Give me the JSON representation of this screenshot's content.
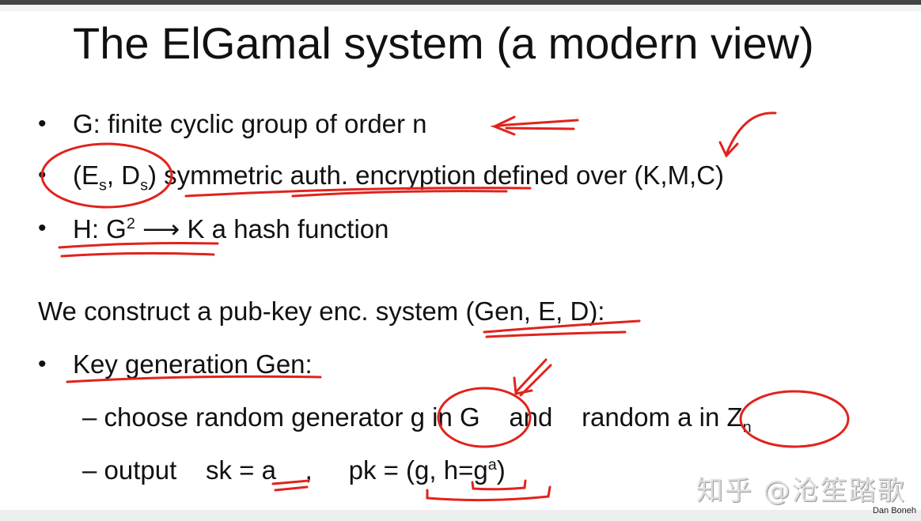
{
  "slide": {
    "title": "The ElGamal system  (a modern view)",
    "bullets": [
      {
        "label": "G:   finite cyclic group of order n"
      },
      {
        "pre": "(E",
        "sub1": "s",
        "mid": ", D",
        "sub2": "s",
        "post": ")  ",
        "underlined": "symmetric auth. encryption",
        "rest": " defined over (K,M,C)"
      },
      {
        "pre": "H: G",
        "sup": "2",
        "post": " ⟶ K",
        "rest": "  a hash function"
      }
    ],
    "construct": "We construct a pub-key enc. system (Gen, E, D):",
    "keygen": "Key generation Gen:",
    "sub_items": [
      {
        "dash": "–",
        "a": "choose random generator ",
        "b": "g in G",
        "c": "    and    random ",
        "d": "a in Z",
        "d_sub": "n"
      },
      {
        "dash": "–",
        "a": "output    sk = a    ,     pk = (g, h=g",
        "sup": "a",
        "b": ")"
      }
    ],
    "bullet_glyph": "•",
    "credit": "Dan Boneh",
    "watermark": "知乎 @沧笙踏歌",
    "ink_color": "#e0231c"
  }
}
